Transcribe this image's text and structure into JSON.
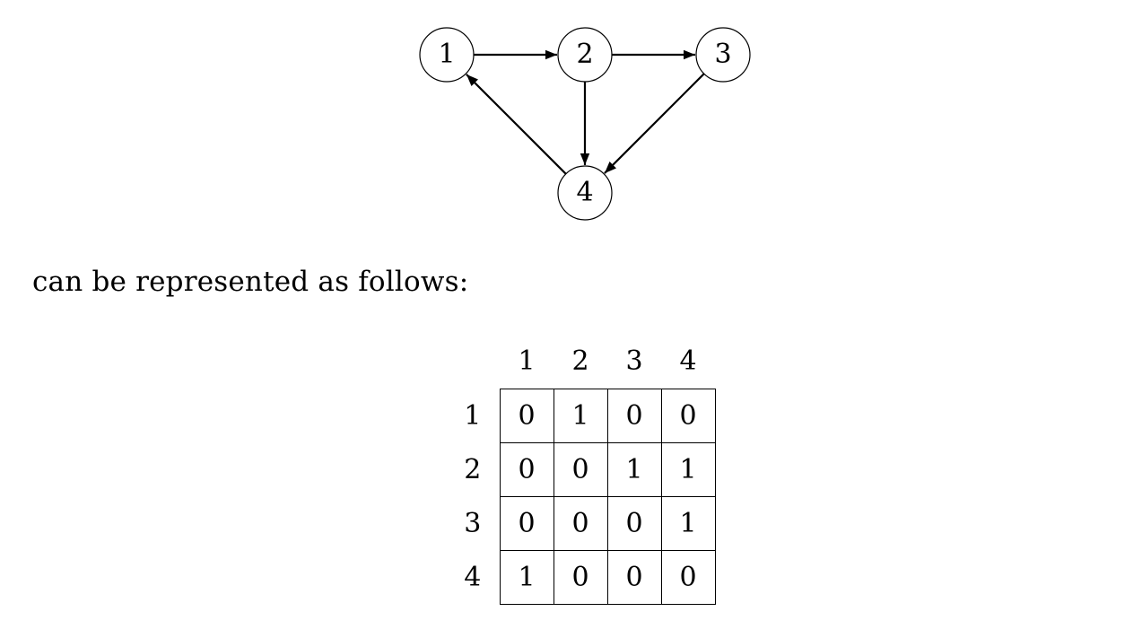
{
  "graph": {
    "nodes": [
      {
        "id": "1",
        "label": "1"
      },
      {
        "id": "2",
        "label": "2"
      },
      {
        "id": "3",
        "label": "3"
      },
      {
        "id": "4",
        "label": "4"
      }
    ],
    "edges": [
      {
        "from": "1",
        "to": "2"
      },
      {
        "from": "2",
        "to": "3"
      },
      {
        "from": "2",
        "to": "4"
      },
      {
        "from": "3",
        "to": "4"
      },
      {
        "from": "4",
        "to": "1"
      }
    ]
  },
  "caption": "can be represented as follows:",
  "matrix": {
    "column_headers": [
      "1",
      "2",
      "3",
      "4"
    ],
    "rows": [
      {
        "label": "1",
        "cells": [
          "0",
          "1",
          "0",
          "0"
        ]
      },
      {
        "label": "2",
        "cells": [
          "0",
          "0",
          "1",
          "1"
        ]
      },
      {
        "label": "3",
        "cells": [
          "0",
          "0",
          "0",
          "1"
        ]
      },
      {
        "label": "4",
        "cells": [
          "1",
          "0",
          "0",
          "0"
        ]
      }
    ]
  }
}
